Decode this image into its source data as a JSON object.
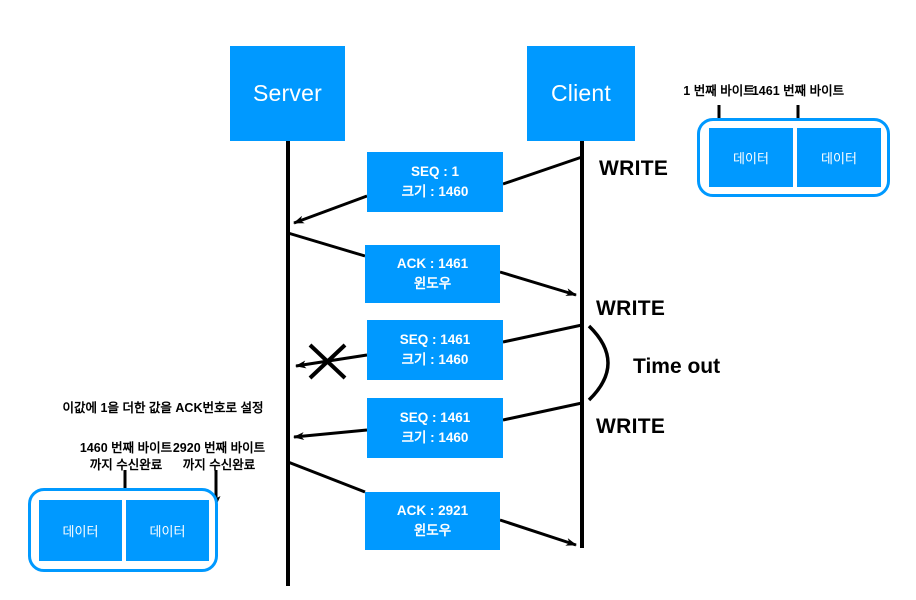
{
  "diagram": {
    "title_nodes": {
      "server": "Server",
      "client": "Client"
    },
    "colors": {
      "accent_blue": "#0099ff",
      "line_black": "#000000",
      "text_white": "#ffffff"
    },
    "messages": [
      {
        "id": "seq-1",
        "line1": "SEQ : 1",
        "line2": "크기 : 1460",
        "direction": "client-to-server"
      },
      {
        "id": "ack-1461",
        "line1": "ACK : 1461",
        "line2": "윈도우",
        "direction": "server-to-client"
      },
      {
        "id": "seq-1461-lost",
        "line1": "SEQ : 1461",
        "line2": "크기 : 1460",
        "direction": "client-to-server-lost"
      },
      {
        "id": "seq-1461-retx",
        "line1": "SEQ : 1461",
        "line2": "크기 : 1460",
        "direction": "client-to-server"
      },
      {
        "id": "ack-2921",
        "line1": "ACK : 2921",
        "line2": "윈도우",
        "direction": "server-to-client"
      }
    ],
    "write_labels": [
      {
        "id": "write-1",
        "text": "WRITE"
      },
      {
        "id": "write-2",
        "text": "WRITE"
      },
      {
        "id": "write-3",
        "text": "WRITE"
      }
    ],
    "timeout_label": "Time out",
    "client_buffer": {
      "pointer_left": "1 번째 바이트",
      "pointer_right": "1461 번째 바이트",
      "cells": [
        "데이터",
        "데이터"
      ]
    },
    "server_buffer": {
      "note": "이값에 1을 더한 값을 ACK번호로 설정",
      "pointer_left": "1460 번째 바이트\n까지 수신완료",
      "pointer_right": "2920 번째 바이트\n까지 수신완료",
      "cells": [
        "데이터",
        "데이터"
      ]
    }
  }
}
